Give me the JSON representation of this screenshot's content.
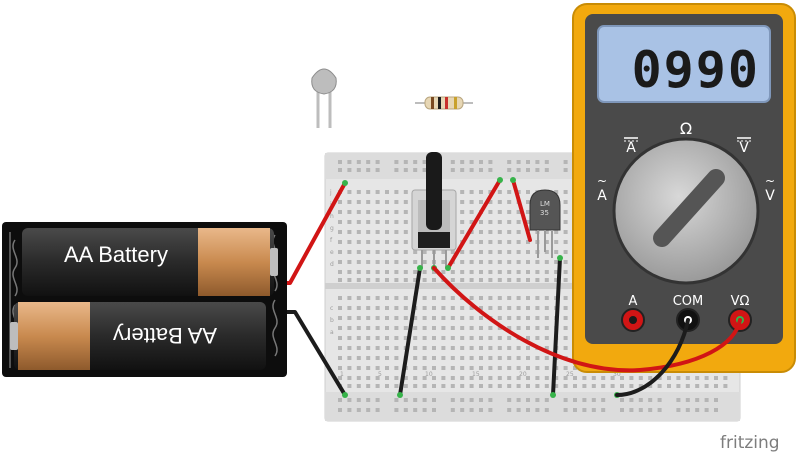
{
  "battery": {
    "cell1_label": "AA Battery",
    "cell2_label": "AA Battery"
  },
  "sensor": {
    "line1": "LM",
    "line2": "35"
  },
  "multimeter": {
    "display": "0990",
    "dial": {
      "top": "Ω",
      "upper_left": "A",
      "upper_right": "V",
      "lower_left": "A",
      "lower_right": "V"
    },
    "jacks": {
      "left": "A",
      "middle": "COM",
      "right": "VΩ"
    }
  },
  "breadboard": {
    "row_letters": [
      "j",
      "i",
      "h",
      "g",
      "f",
      "e",
      "d",
      "c",
      "b",
      "a"
    ],
    "column_numbers": [
      "1",
      "5",
      "10",
      "15",
      "20",
      "25",
      "30"
    ]
  },
  "brand": "fritzing"
}
